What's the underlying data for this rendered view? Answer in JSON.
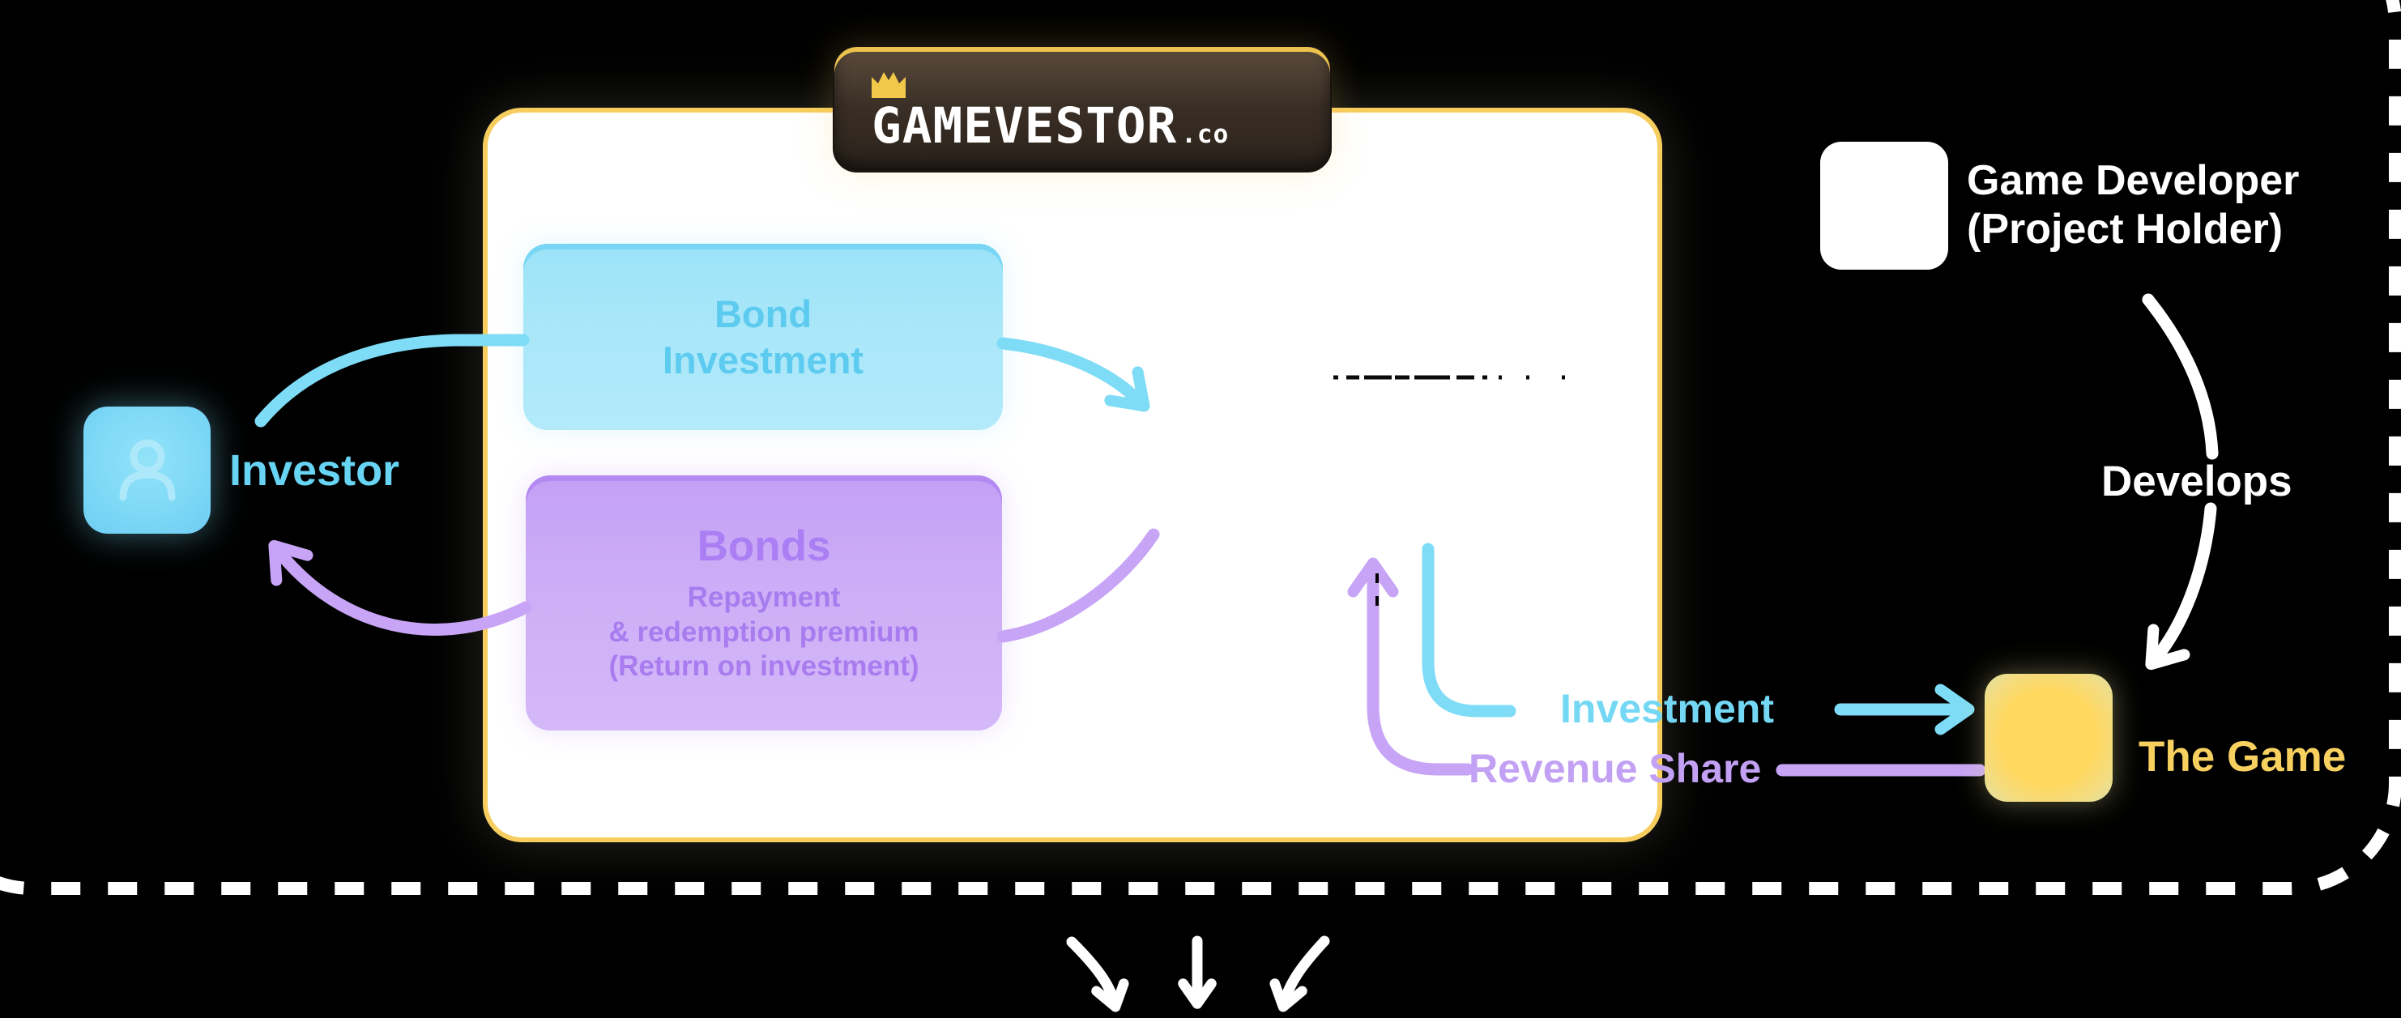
{
  "colors": {
    "background": "#000000",
    "cyan": "#7EDCF6",
    "cyan_text": "#68D4F3",
    "purple": "#C7A4F5",
    "purple_text": "#AB7EF3",
    "yellow_text": "#F7D05F",
    "platform_border_gold": "#F6CD5E",
    "logo_brown": "#3A2F26",
    "crown_gold": "#F2C84B",
    "white": "#FFFFFF"
  },
  "logo": {
    "brand": "GAMEVESTOR",
    "tld": ".co",
    "icon": "crown-icon"
  },
  "investor": {
    "label": "Investor",
    "icon": "person-icon"
  },
  "cards": {
    "bond_investment": {
      "line1": "Bond",
      "line2": "Investment"
    },
    "bonds": {
      "title": "Bonds",
      "sub1": "Repayment",
      "sub2": "& redemption premium",
      "sub3": "(Return on investment)"
    }
  },
  "game_developer": {
    "line1": "Game Developer",
    "line2": "(Project Holder)",
    "icon": "white-square-icon"
  },
  "develops_label": "Develops",
  "the_game": {
    "label": "The Game",
    "icon": "yellow-game-square-icon"
  },
  "flow_labels": {
    "investment": "Investment",
    "revenue_share": "Revenue Share"
  }
}
